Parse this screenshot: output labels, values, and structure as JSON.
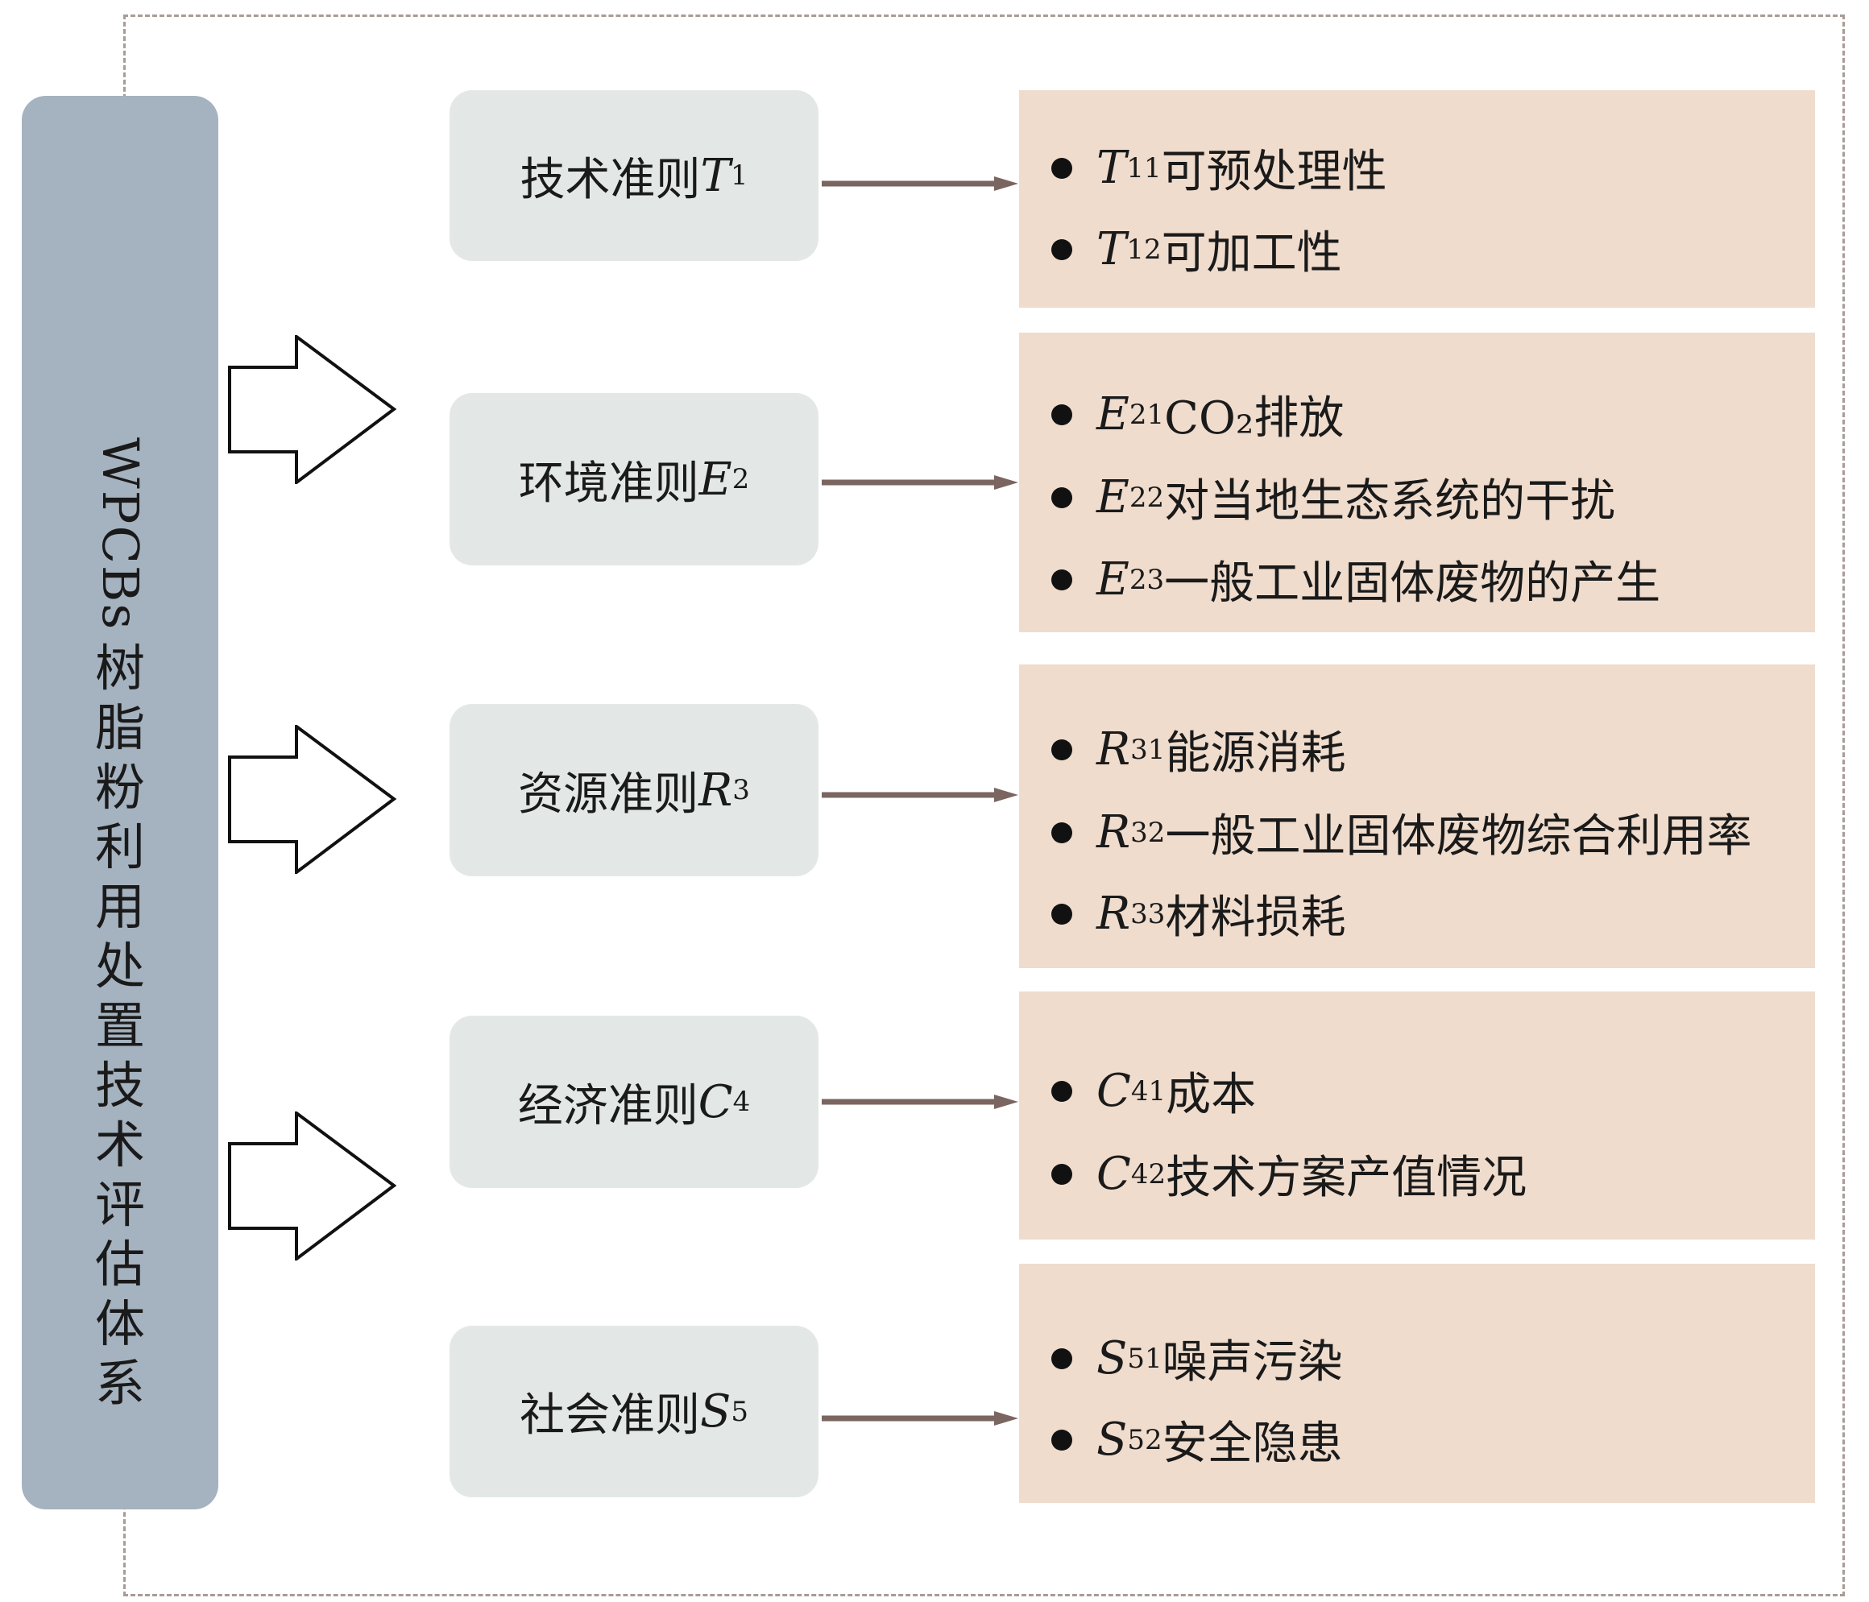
{
  "root": {
    "title_latin": "WPCBs",
    "title_chars": [
      "树",
      "脂",
      "粉",
      "利",
      "用",
      "处",
      "置",
      "技",
      "术",
      "评",
      "估",
      "体",
      "系"
    ]
  },
  "criteria": [
    {
      "label": "技术准则",
      "sym": "T",
      "sub": "1",
      "items": [
        {
          "sym": "T",
          "sub": "11",
          "text": "可预处理性"
        },
        {
          "sym": "T",
          "sub": "12",
          "text": "可加工性"
        }
      ]
    },
    {
      "label": "环境准则",
      "sym": "E",
      "sub": "2",
      "items": [
        {
          "sym": "E",
          "sub": "21",
          "text": "CO₂排放"
        },
        {
          "sym": "E",
          "sub": "22",
          "text": "对当地生态系统的干扰"
        },
        {
          "sym": "E",
          "sub": "23",
          "text": "一般工业固体废物的产生"
        }
      ]
    },
    {
      "label": "资源准则",
      "sym": "R",
      "sub": "3",
      "items": [
        {
          "sym": "R",
          "sub": "31",
          "text": "能源消耗"
        },
        {
          "sym": "R",
          "sub": "32",
          "text": "一般工业固体废物综合利用率"
        },
        {
          "sym": "R",
          "sub": "33",
          "text": "材料损耗"
        }
      ]
    },
    {
      "label": "经济准则",
      "sym": "C",
      "sub": "4",
      "items": [
        {
          "sym": "C",
          "sub": "41",
          "text": "成本"
        },
        {
          "sym": "C",
          "sub": "42",
          "text": "技术方案产值情况"
        }
      ]
    },
    {
      "label": "社会准则",
      "sym": "S",
      "sub": "5",
      "items": [
        {
          "sym": "S",
          "sub": "51",
          "text": "噪声污染"
        },
        {
          "sym": "S",
          "sub": "52",
          "text": "安全隐患"
        }
      ]
    }
  ]
}
